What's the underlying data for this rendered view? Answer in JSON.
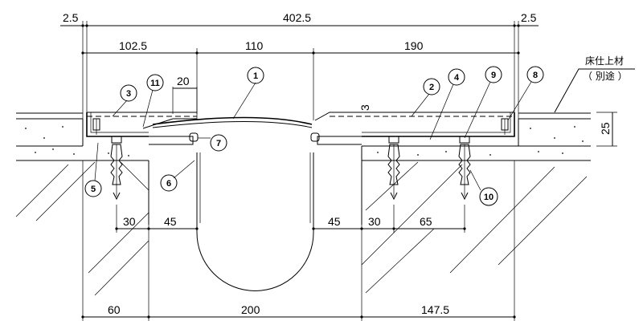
{
  "dimensions": {
    "top_left_edge": "2.5",
    "top_total": "402.5",
    "top_right_edge": "2.5",
    "upper_left": "102.5",
    "upper_center": "110",
    "upper_right": "190",
    "slope_width": "20",
    "cover_gap": "3",
    "floor_thickness": "25",
    "anchor_left_offset": "30",
    "anchor_left_to_gap": "45",
    "anchor_right_from_gap": "45",
    "anchor_right_offset": "30",
    "anchor_right_span": "65",
    "bottom_left": "60",
    "bottom_center": "200",
    "bottom_right": "147.5"
  },
  "notes": {
    "floor_finish_line1": "床仕上材",
    "floor_finish_line2": "（ 別途 ）"
  },
  "callouts": [
    "1",
    "2",
    "3",
    "4",
    "5",
    "6",
    "7",
    "8",
    "9",
    "10",
    "11"
  ]
}
